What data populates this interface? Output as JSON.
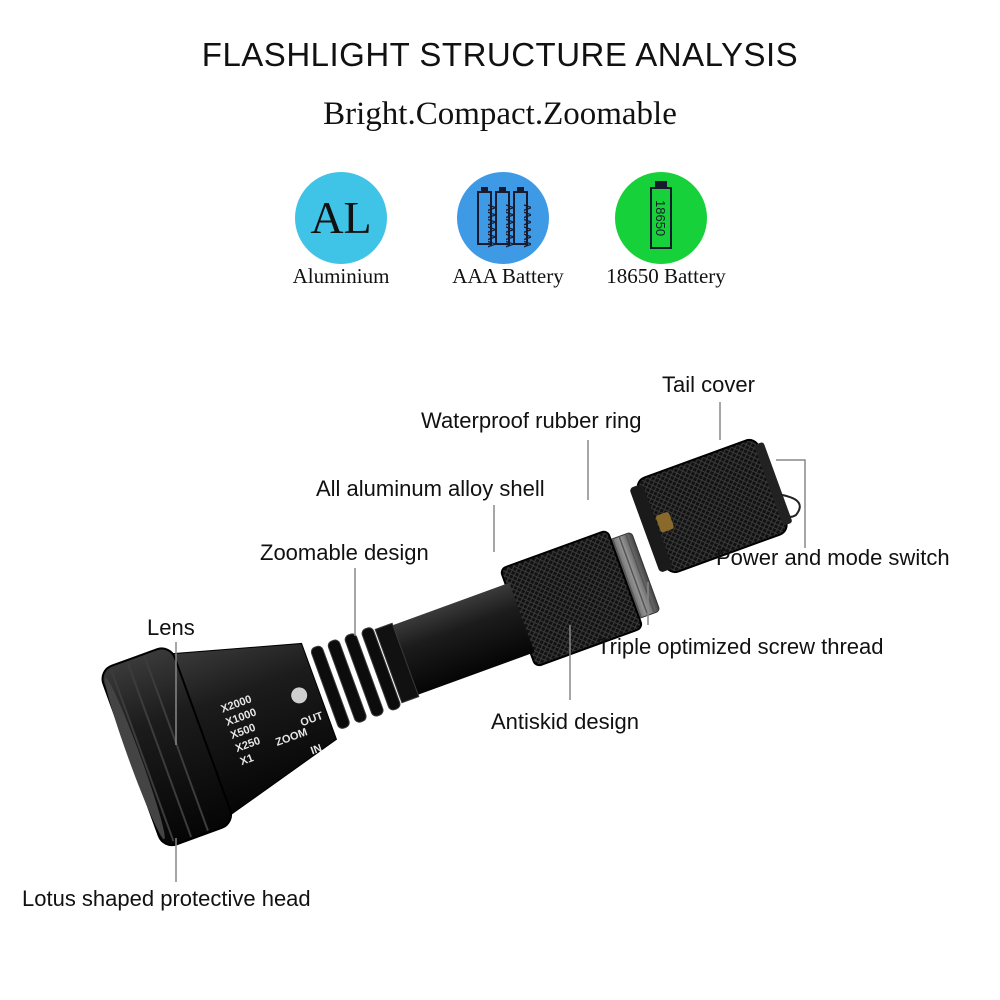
{
  "title": "FLASHLIGHT STRUCTURE ANALYSIS",
  "subtitle": "Bright.Compact.Zoomable",
  "features": [
    {
      "label": "Aluminium",
      "badge_text": "AL",
      "color": "#3fc3e6",
      "icon": "al-badge-icon"
    },
    {
      "label": "AAA Battery",
      "badge_text": "AAA",
      "color": "#3f9ae6",
      "icon": "aaa-battery-icon"
    },
    {
      "label": "18650 Battery",
      "badge_text": "18650",
      "color": "#16d13a",
      "icon": "18650-battery-icon"
    }
  ],
  "callouts": {
    "tail_cover": "Tail cover",
    "waterproof_ring": "Waterproof rubber ring",
    "alloy_shell": "All aluminum alloy shell",
    "zoomable": "Zoomable design",
    "lens": "Lens",
    "power_switch": "Power and mode switch",
    "screw_thread": "Triple optimized screw thread",
    "antiskid": "Antiskid design",
    "lotus_head": "Lotus shaped protective head"
  },
  "head_markings": {
    "zoom": "ZOOM",
    "out": "OUT",
    "in": "IN",
    "x_levels": [
      "X2000",
      "X1000",
      "X500",
      "X250",
      "X1"
    ]
  }
}
